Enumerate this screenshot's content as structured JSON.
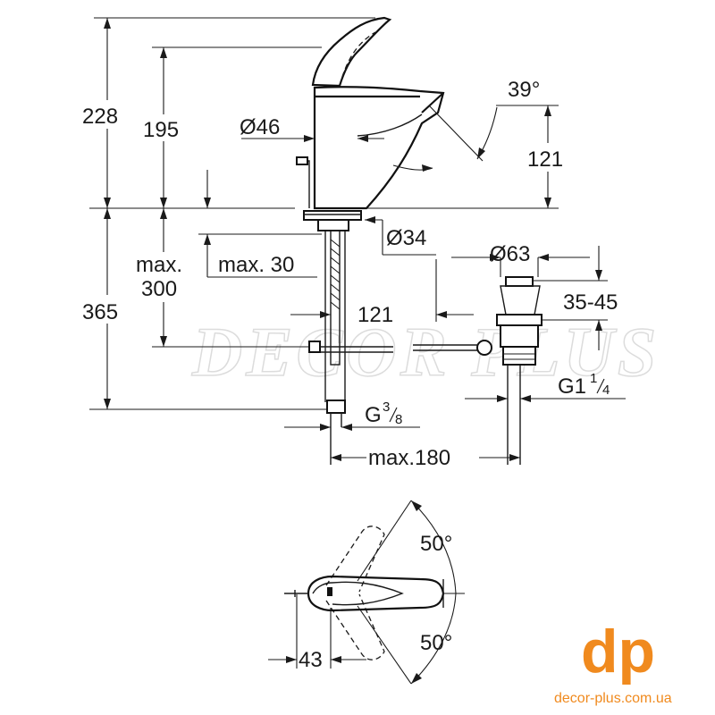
{
  "dimensions": {
    "height_total": "228",
    "height_spout": "195",
    "diameter_body": "Ø46",
    "spout_angle": "39°",
    "spout_height": "121",
    "diameter_hole": "Ø34",
    "max_300_line1": "max.",
    "max_300_line2": "300",
    "max_30": "max. 30",
    "below_365": "365",
    "reach_121": "121",
    "diameter_waste": "Ø63",
    "waste_range": "35-45",
    "waste_thread_main": "G1",
    "waste_thread_num": "1",
    "waste_thread_den": "4",
    "inlet_thread_main": "G",
    "inlet_thread_num": "3",
    "inlet_thread_den": "8",
    "max_180": "max.180",
    "rotation_top": "50°",
    "rotation_bottom": "50°",
    "lever_offset": "43"
  },
  "watermark": "DECOR PLUS",
  "brand": {
    "logo_text": "dp",
    "url": "decor-plus.com.ua",
    "color": "#f08a1e"
  }
}
